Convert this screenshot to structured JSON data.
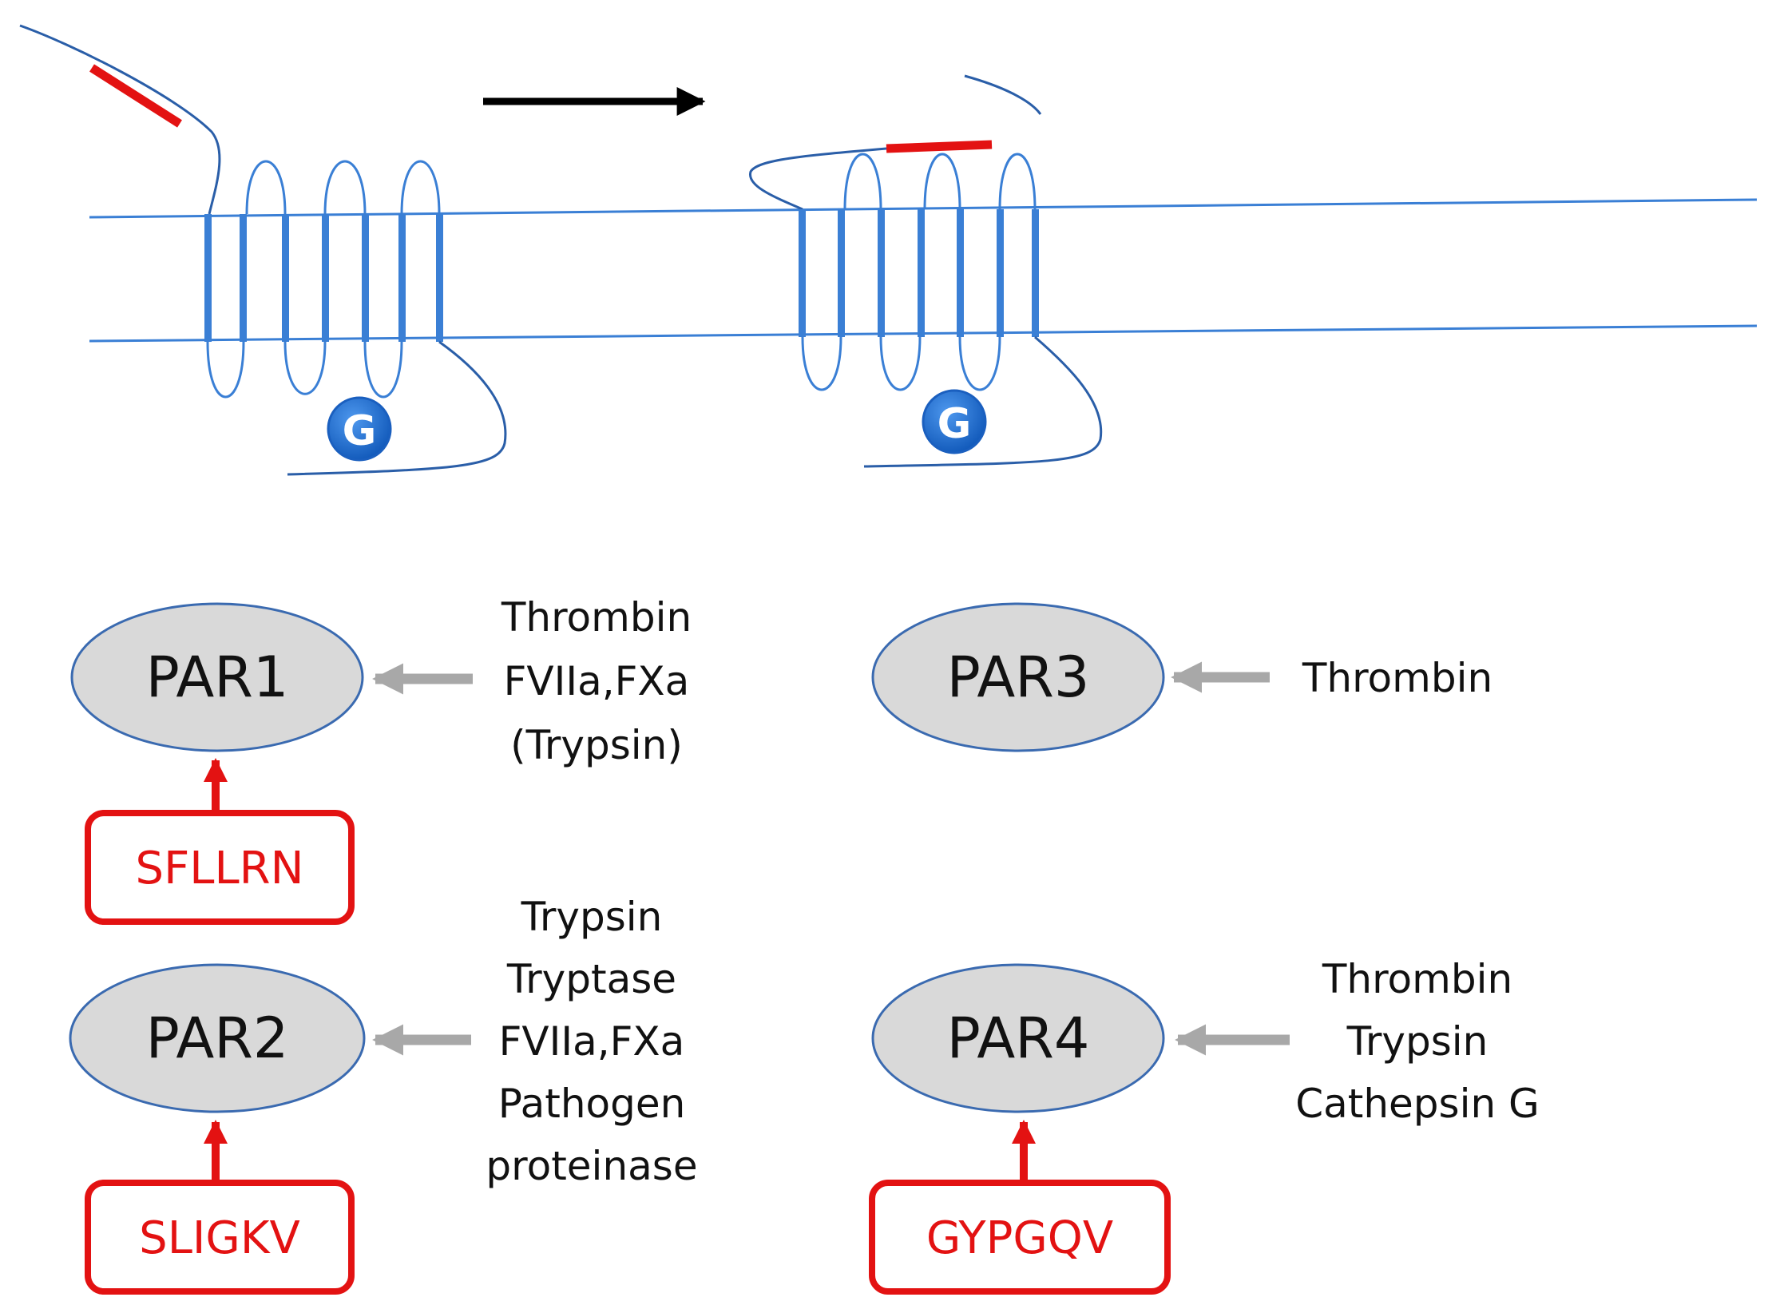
{
  "top": {
    "g_protein_label": "G"
  },
  "receptors": [
    {
      "name": "PAR1",
      "activating_peptide": "SFLLRN",
      "proteases": [
        "Thrombin",
        "FVIIa,FXa",
        "(Trypsin)"
      ]
    },
    {
      "name": "PAR2",
      "activating_peptide": "SLIGKV",
      "proteases": [
        "Trypsin",
        "Tryptase",
        "FVIIa,FXa",
        "Pathogen",
        "proteinase"
      ]
    },
    {
      "name": "PAR3",
      "activating_peptide": "",
      "proteases": [
        "Thrombin"
      ]
    },
    {
      "name": "PAR4",
      "activating_peptide": "GYPGQV",
      "proteases": [
        "Thrombin",
        "Trypsin",
        "Cathepsin G"
      ]
    }
  ],
  "colors": {
    "membrane": "#3a7fd5",
    "receptor_strand": "#2a5ea8",
    "tethered_ligand": "#e31212",
    "ellipse_fill": "#d9d9d9",
    "ellipse_stroke": "#3a6ab0",
    "protease_arrow": "#a8a8a8",
    "peptide_red": "#e31212",
    "g_circle": "#1f6fd1"
  }
}
